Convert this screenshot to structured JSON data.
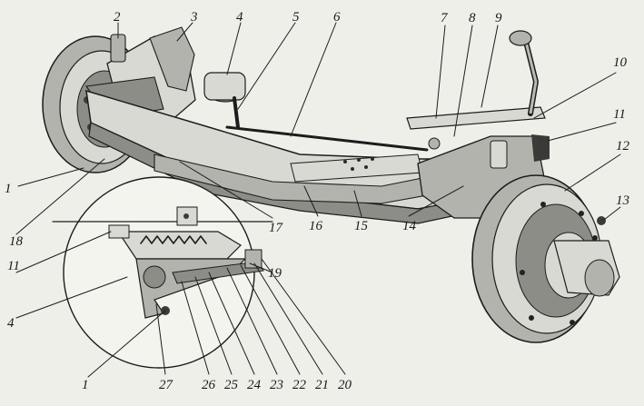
{
  "figure": {
    "labels": [
      "1",
      "2",
      "3",
      "4",
      "5",
      "6",
      "7",
      "8",
      "9",
      "10",
      "11",
      "12",
      "13",
      "14",
      "15",
      "16",
      "17",
      "18",
      "19",
      "20",
      "21",
      "22",
      "23",
      "24",
      "25",
      "26",
      "27"
    ]
  }
}
